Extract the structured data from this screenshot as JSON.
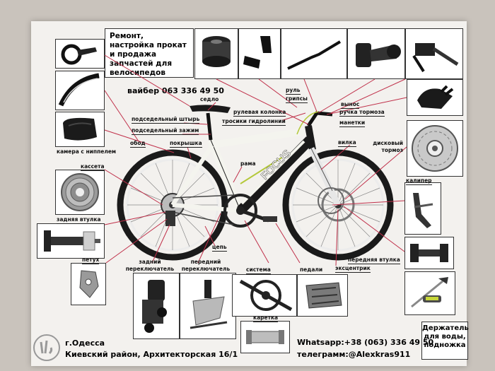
{
  "headline": "Ремонт, настройка прокат и продажа запчастей для велосипедов",
  "viber": "вайбер 063 336 49 50",
  "labels": {
    "seat": "седло",
    "seatpost": "подседельный штырь",
    "seat_clamp": "подседельный зажим",
    "rim": "обод",
    "tire": "покрышка",
    "inner_tube": "камера с ниппелем",
    "cassette": "кассета",
    "rear_hub": "задняя втулка",
    "rooster": "петух",
    "rear_derailleur": "задний переключатель",
    "front_derailleur": "передний переключатель",
    "chain": "цепь",
    "crankset": "система",
    "frame": "рама",
    "pedals": "педали",
    "eccentric": "эксцентрик",
    "front_hub": "передняя втулка",
    "caliper": "калипер",
    "disc_brake": "дисковый тормоз",
    "fork": "вилка",
    "shifters": "манетки",
    "brake_lever": "ручка тормоза",
    "stem": "вынос",
    "grips": "грипсы",
    "handlebar": "руль",
    "headset": "рулевая колонка",
    "hydraulic_cables": "тросики гидролинии",
    "bottom_bracket": "каретка"
  },
  "frame_text": "FOCUS",
  "footer": {
    "city": "г.Одесса",
    "address": "Киевский район, Архитекторская 16/1",
    "whatsapp": "Whatsapp:+38 (063) 336 49 50",
    "telegram": "телеграмм:@Alexkras911"
  },
  "holder": "Держатель для воды, подножка",
  "colors": {
    "background": "#c9c3bc",
    "poster": "#f3f1ee",
    "leader_line": "#c0304a",
    "frame_white": "#f4f4ee",
    "frame_black": "#1a1a1a",
    "accent_green": "#b4c83a"
  }
}
